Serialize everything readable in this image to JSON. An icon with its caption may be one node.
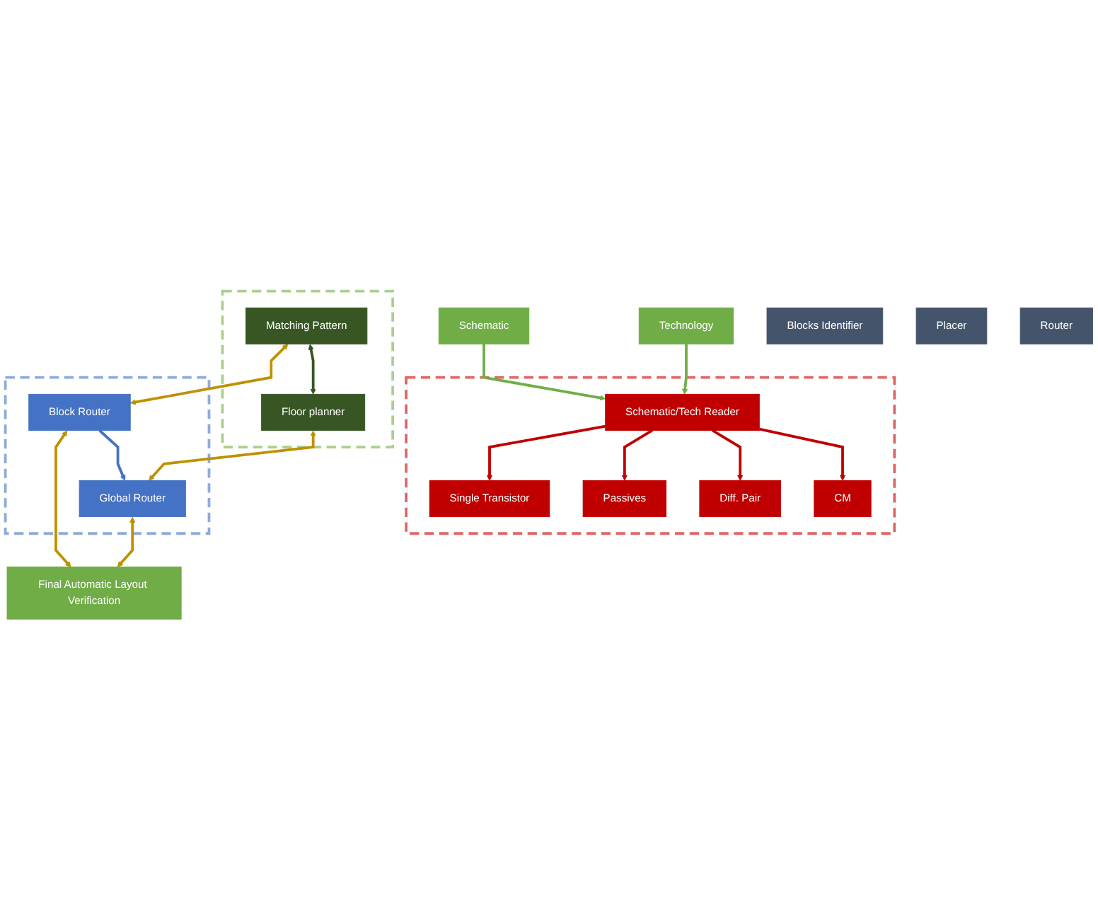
{
  "diagram": {
    "nodes": [
      {
        "text": [
          "Schematic"
        ]
      },
      {
        "text": [
          "Technology"
        ]
      },
      {
        "text": [
          "Blocks Identifier"
        ]
      },
      {
        "text": [],
        "shape": "box"
      },
      {
        "text": [
          "Schematic/Tech Reader"
        ],
        "in": 3
      },
      {
        "text": [
          "CM"
        ],
        "in": 3
      },
      {
        "text": [
          "Diff. Pair"
        ],
        "in": 3
      },
      {
        "text": [
          "Passives"
        ],
        "in": 3
      },
      {
        "text": [
          "Single Transistor"
        ],
        "in": 3
      },
      {
        "text": [
          "Placer"
        ]
      },
      {
        "text": [],
        "shape": "box"
      },
      {
        "text": [
          "Matching Pattern"
        ],
        "in": 10
      },
      {
        "text": [
          "Floor planner"
        ],
        "in": 10
      },
      {
        "text": [
          "Router"
        ]
      },
      {
        "text": [],
        "shape": "box"
      },
      {
        "text": [
          "Block Router"
        ],
        "in": 14
      },
      {
        "text": [
          "Global Router"
        ],
        "in": 14
      },
      {
        "text": [
          "Final Automatic Layout Verification"
        ]
      }
    ],
    "edges": [
      {
        "from": 0,
        "to": 4,
        "arrow": "to",
        "color": "#70ad47"
      },
      {
        "from": 1,
        "to": 4,
        "arrow": "to",
        "color": "#70ad47"
      },
      {
        "from": 4,
        "to": 5,
        "arrow": "to",
        "color": "#c00000"
      },
      {
        "from": 4,
        "to": 6,
        "arrow": "to",
        "color": "#c00000"
      },
      {
        "from": 4,
        "to": 7,
        "arrow": "to",
        "color": "#c00000"
      },
      {
        "from": 4,
        "to": 8,
        "arrow": "to",
        "color": "#c00000"
      },
      {
        "from": 11,
        "to": 12,
        "arrow": "both",
        "color": "#375623"
      },
      {
        "from": 11,
        "to": 15,
        "arrow": "both",
        "color": "#bf9000"
      },
      {
        "from": 12,
        "to": 16,
        "arrow": "both",
        "color": "#bf9000"
      },
      {
        "from": 15,
        "to": 16,
        "arrow": "to",
        "color": "#4472c4"
      },
      {
        "from": 15,
        "to": 17,
        "arrow": "both",
        "color": "#bf9000"
      },
      {
        "from": 16,
        "to": 17,
        "arrow": "both",
        "color": "#bf9000"
      }
    ]
  }
}
